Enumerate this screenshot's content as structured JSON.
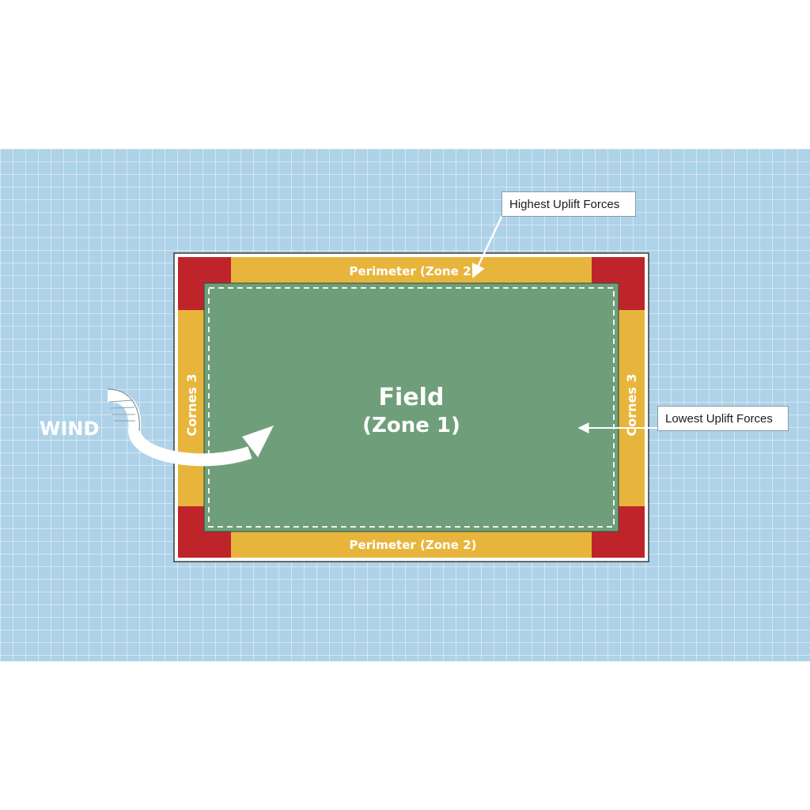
{
  "diagram": {
    "field_title": "Field",
    "field_zone": "(Zone 1)",
    "perimeter_top": "Perimeter (Zone 2)",
    "perimeter_bottom": "Perimeter (Zone 2)",
    "corner_left": "Cornes 3",
    "corner_right": "Cornes 3",
    "wind_label": "WIND",
    "callout_highest": "Highest Uplift Forces",
    "callout_lowest": "Lowest Uplift Forces"
  },
  "colors": {
    "background_grid": "#aed2e8",
    "field": "#6e9f7a",
    "perimeter": "#e8b53c",
    "corner": "#c0242b",
    "outline": "#ffffff"
  },
  "icons": {
    "wind": "curved-arrow-icon",
    "leader": "arrow-icon"
  }
}
